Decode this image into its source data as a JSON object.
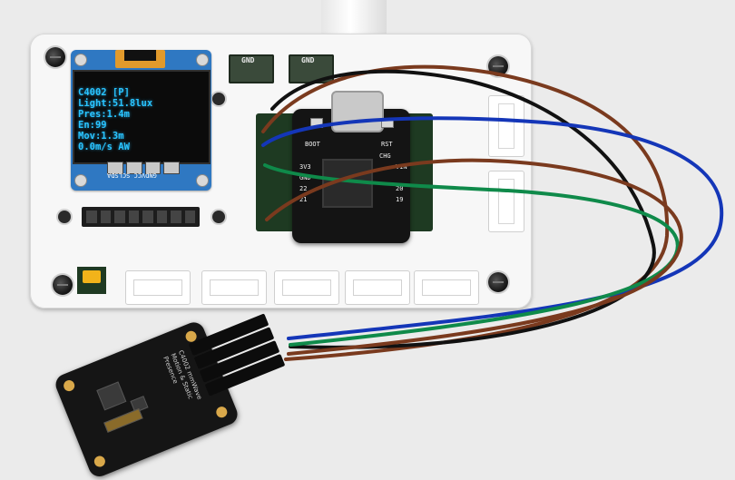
{
  "oled": {
    "lines": [
      "C4002 [P]",
      "Light:51.8lux",
      "Pres:1.4m",
      "En:99",
      "Mov:1.3m",
      "0.0m/s AW"
    ],
    "pin_label": "GNDVCC SCLSDA",
    "text_color": "#29c4ff"
  },
  "gnd_labels": [
    "GND",
    "GND"
  ],
  "mcu": {
    "labels": [
      "BOOT",
      "RST",
      "CHG",
      "VIN",
      "3V3",
      "GND",
      "22",
      "21",
      "20",
      "19"
    ]
  },
  "sensor": {
    "label": "C4002 mmWave Motion & Static Presence"
  },
  "wire_colors": {
    "blue": "#1436b8",
    "brown": "#7a3a1e",
    "green": "#0f8a4a",
    "black": "#111111"
  }
}
